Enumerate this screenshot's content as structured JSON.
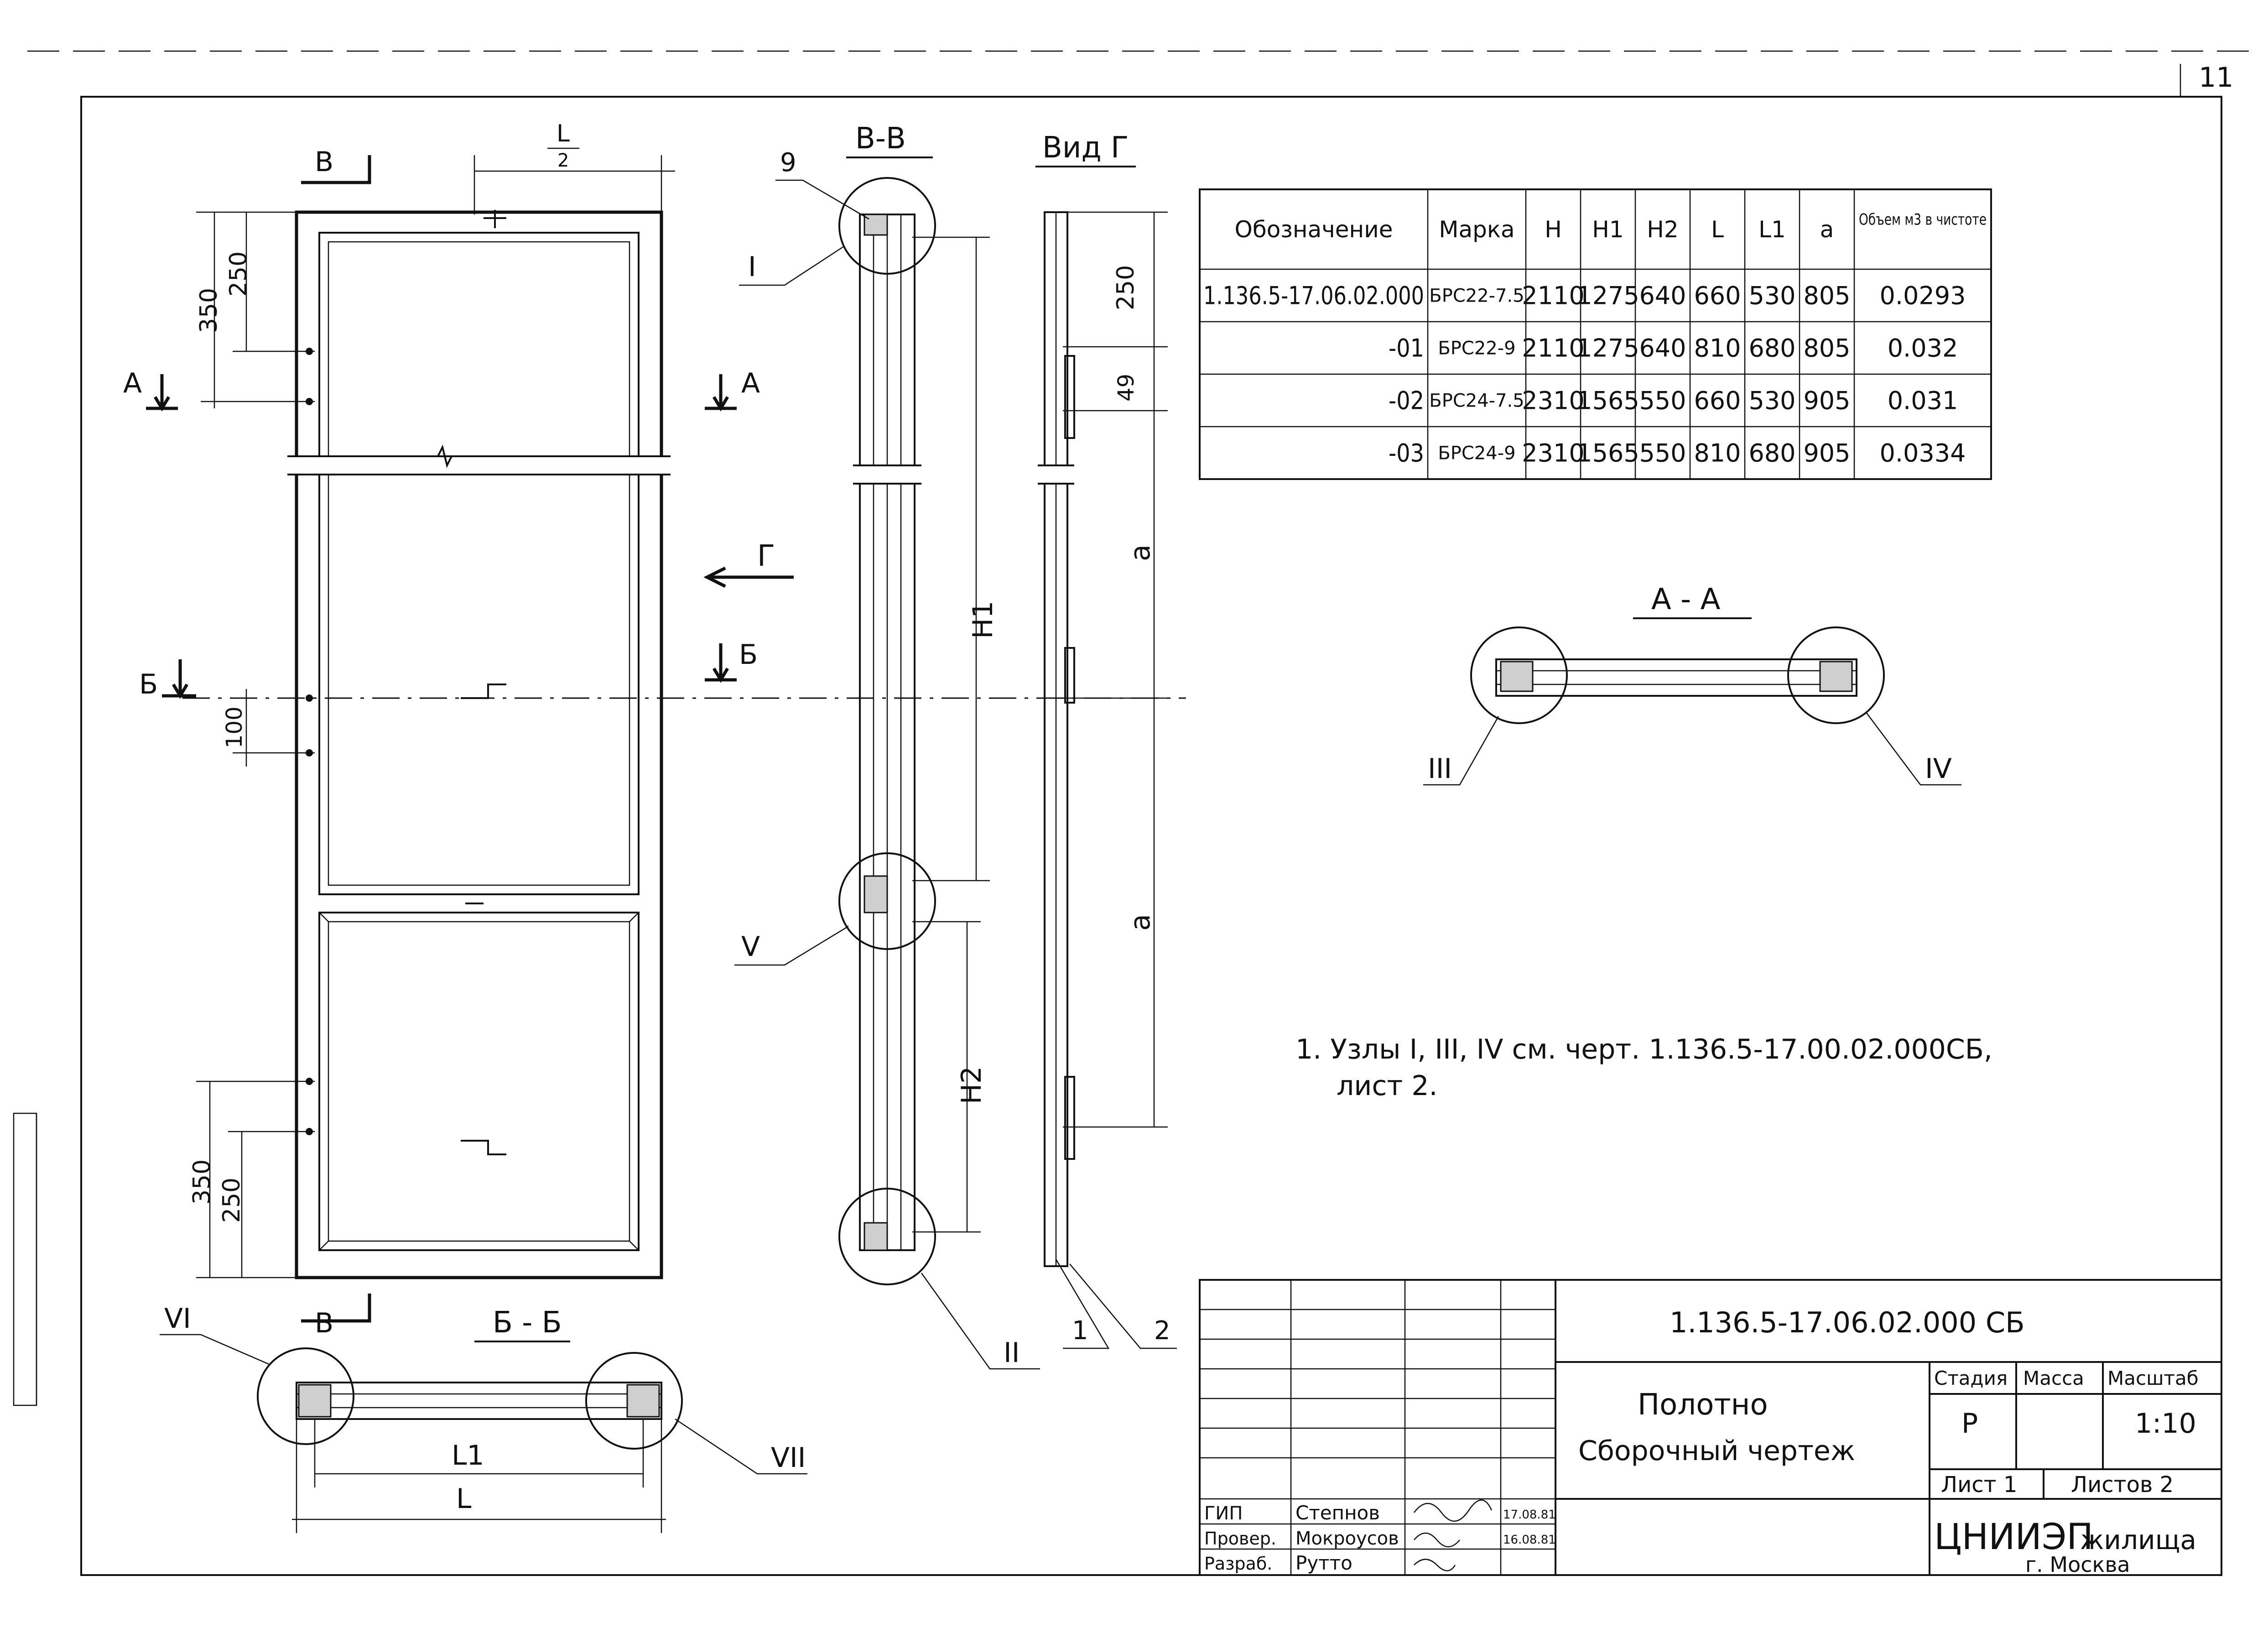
{
  "sheet": {
    "number": "11"
  },
  "table": {
    "headers": [
      "Обозначение",
      "Марка",
      "H",
      "H1",
      "H2",
      "L",
      "L1",
      "a",
      "Объем м3 в чистоте"
    ],
    "rows": [
      [
        "1.136.5-17.06.02.000",
        "БРС22-7.5",
        "2110",
        "1275",
        "640",
        "660",
        "530",
        "805",
        "0.0293"
      ],
      [
        "-01",
        "БРС22-9",
        "2110",
        "1275",
        "640",
        "810",
        "680",
        "805",
        "0.032"
      ],
      [
        "-02",
        "БРС24-7.5",
        "2310",
        "1565",
        "550",
        "660",
        "530",
        "905",
        "0.031"
      ],
      [
        "-03",
        "БРС24-9",
        "2310",
        "1565",
        "550",
        "810",
        "680",
        "905",
        "0.0334"
      ]
    ]
  },
  "views": {
    "vv_title": "В-В",
    "vid_g_title": "Вид Г",
    "aa_title": "А - А",
    "bb_title": "Б - Б"
  },
  "labels": {
    "sec_b": "В",
    "sec_a": "А",
    "sec_bb": "Б",
    "view_g": "Г",
    "half_l": "L",
    "half_l_den": "2",
    "dim_350": "350",
    "dim_250": "250",
    "dim_100": "100",
    "dim_49": "49",
    "dim_a": "a",
    "dim_h1": "H1",
    "dim_h2": "H2",
    "dim_l": "L",
    "dim_l1": "L1",
    "node_I": "I",
    "node_II": "II",
    "node_III": "III",
    "node_IV": "IV",
    "node_V": "V",
    "node_VI": "VI",
    "node_VII": "VII",
    "pos_9": "9",
    "pos_1": "1",
    "pos_2": "2"
  },
  "note": {
    "line1": "1. Узлы I, III, IV  см. черт.  1.136.5-17.00.02.000СБ,",
    "line2": "лист 2."
  },
  "title_block": {
    "code": "1.136.5-17.06.02.000 СБ",
    "name1": "Полотно",
    "name2": "Сборочный чертеж",
    "stage_h": "Стадия",
    "mass_h": "Масса",
    "scale_h": "Масштаб",
    "stage": "Р",
    "scale": "1:10",
    "sheet": "Лист 1",
    "sheets": "Листов 2",
    "org1": "ЦНИИЭП",
    "org2": "жилища",
    "city": "г. Москва",
    "people": [
      {
        "role": "ГИП",
        "name": "Степнов",
        "date": "17.08.81"
      },
      {
        "role": "Провер.",
        "name": "Мокроусов",
        "date": "16.08.81"
      },
      {
        "role": "Разраб.",
        "name": "Рутто",
        "date": ""
      }
    ]
  }
}
